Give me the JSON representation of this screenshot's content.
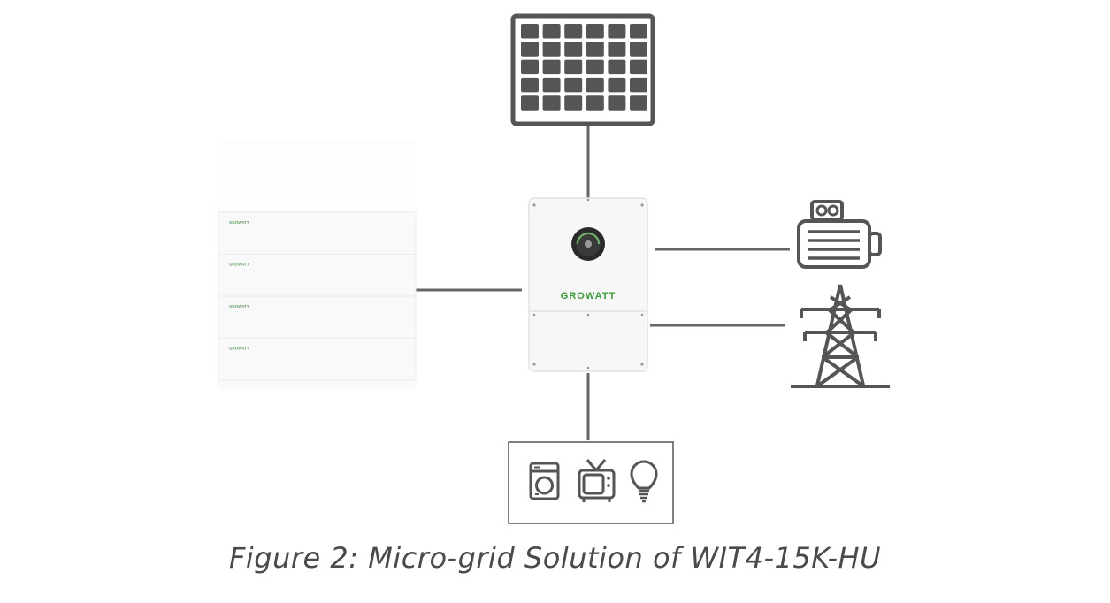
{
  "figure": {
    "caption": "Figure 2: Micro-grid Solution of WIT4-15K-HU"
  },
  "inverter": {
    "brand": "GROWATT"
  },
  "battery": {
    "brand_label": "GROWATT",
    "module_count": 4
  },
  "nodes": {
    "solar_panel_icon": "solar-panel-icon",
    "motor_icon": "motor-icon",
    "grid_tower_icon": "transmission-tower-icon",
    "loads": [
      "washing-machine-icon",
      "television-icon",
      "light-bulb-icon"
    ]
  },
  "colors": {
    "line": "#666666",
    "icon": "#555555",
    "brand_green": "#3a9a3a",
    "caption": "#4a4a4a"
  }
}
